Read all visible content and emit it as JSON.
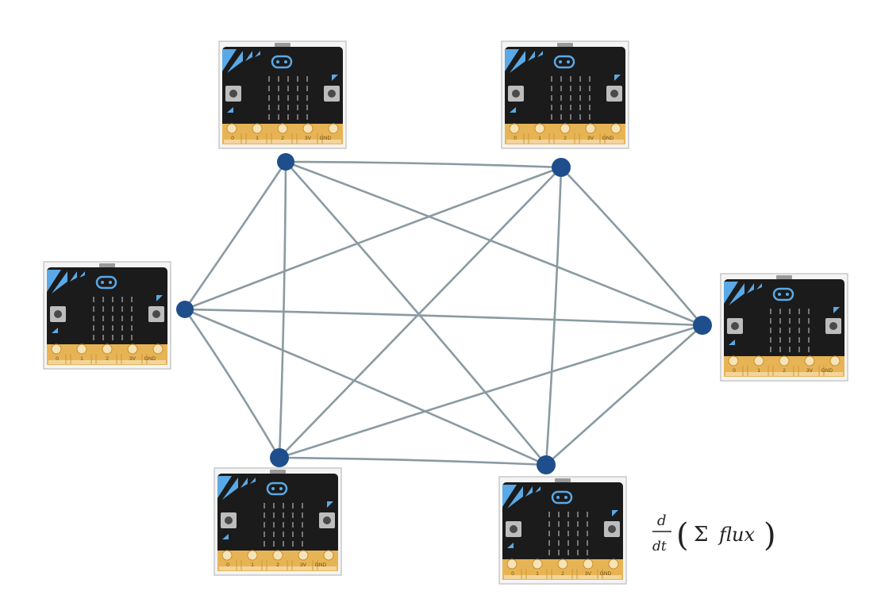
{
  "diagram": {
    "board_pin_labels": [
      "0",
      "1",
      "2",
      "3V",
      "GND"
    ],
    "formula": {
      "numerator": "d",
      "denominator": "dt",
      "open_paren": "(",
      "sigma": "Σ",
      "word": "flux",
      "close_paren": ")"
    },
    "colors": {
      "node": "#1f4e8c",
      "edge": "#8a9aa2",
      "board_body": "#1b1b1b",
      "board_accent": "#5aa9e6",
      "pin_gold": "#e7b455"
    }
  }
}
